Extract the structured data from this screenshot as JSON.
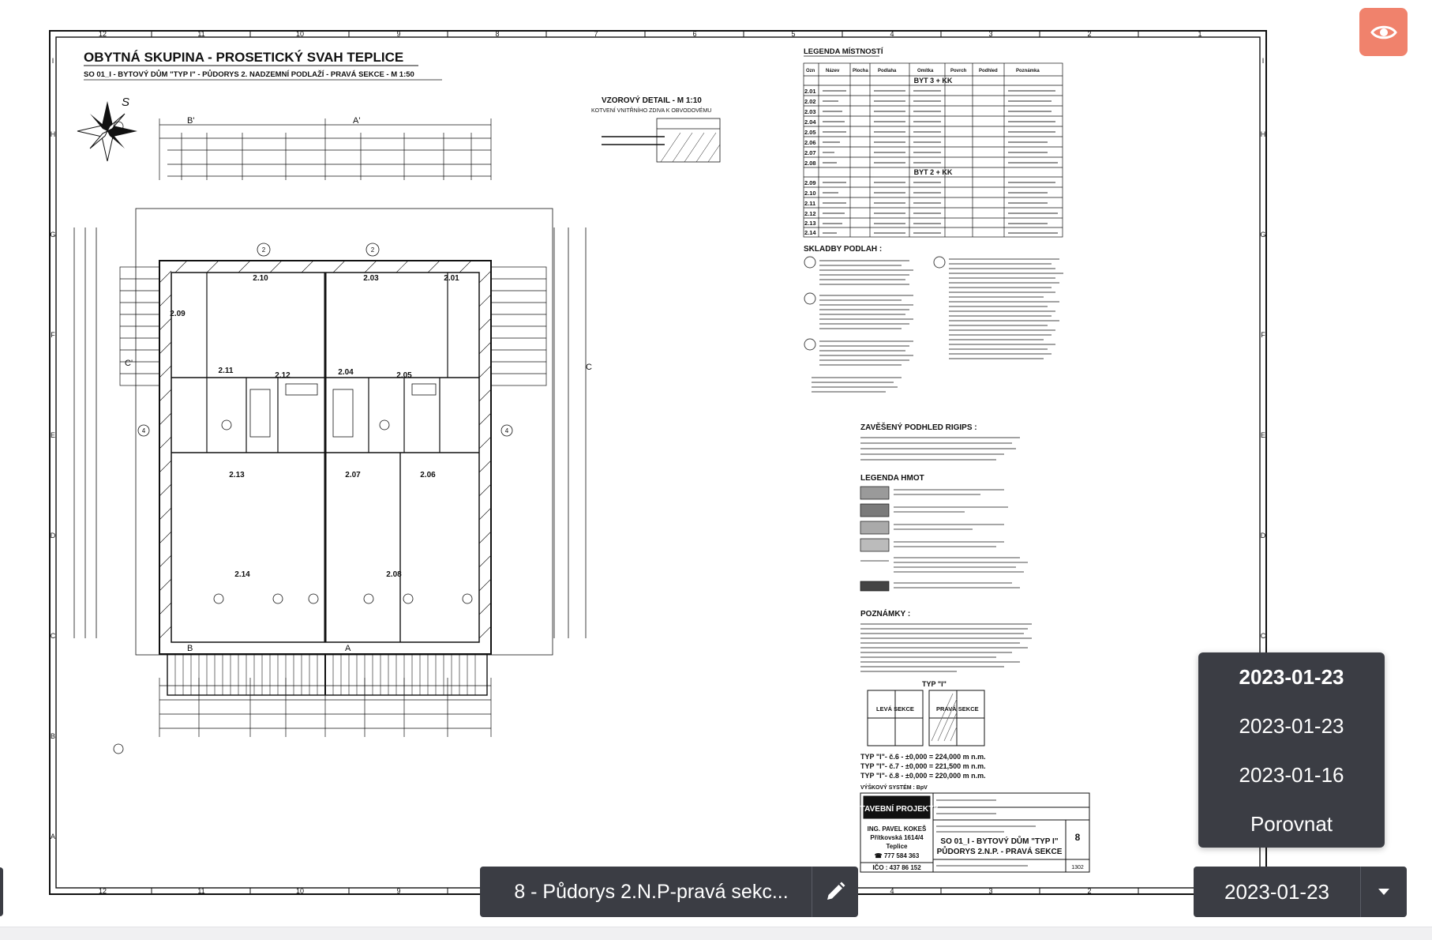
{
  "sheet": {
    "title": "OBYTNÁ SKUPINA - PROSETICKÝ SVAH TEPLICE",
    "subtitle": "SO 01_I - BYTOVÝ DŮM \"TYP I\" - PŮDORYS 2. NADZEMNÍ PODLAŽÍ - PRAVÁ SEKCE - M 1:50",
    "detail_title": "VZOROVÝ DETAIL - M 1:10",
    "detail_subtitle": "KOTVENÍ VNITŘNÍHO ZDIVA K OBVODOVÉMU",
    "legend_rooms_title": "LEGENDA MÍSTNOSTÍ",
    "legend_columns": [
      "Ozn",
      "Název",
      "Plocha",
      "Podlaha",
      "Omítka",
      "Povrch",
      "Podhled",
      "Poznámka"
    ],
    "legend_group_1": "BYT 3 + KK",
    "legend_rooms_1": [
      "2.01",
      "2.02",
      "2.03",
      "2.04",
      "2.05",
      "2.06",
      "2.07",
      "2.08"
    ],
    "legend_group_2": "BYT 2 + KK",
    "legend_rooms_2": [
      "2.09",
      "2.10",
      "2.11",
      "2.12",
      "2.13",
      "2.14"
    ],
    "floor_title": "SKLADBY PODLAH :",
    "ceiling_title": "ZAVĚŠENÝ PODHLED RIGIPS :",
    "materials_title": "LEGENDA HMOT",
    "notes_title": "POZNÁMKY :",
    "type_label": "TYP \"I\"",
    "section_left": "LEVÁ SEKCE",
    "section_right": "PRAVÁ SEKCE",
    "heights": [
      "TYP \"I\"- č.6 - ±0,000 = 224,000 m n.m.",
      "TYP \"I\"- č.7 - ±0,000 = 221,500 m n.m.",
      "TYP \"I\"- č.8 - ±0,000 = 220,000 m n.m."
    ],
    "height_system": "VÝŠKOVÝ SYSTÉM : BpV",
    "firm_logo": "STAVEBNÍ PROJEKTY",
    "firm_name": "ING. PAVEL KOKEŠ",
    "firm_address_1": "Přítkovská 1614/4",
    "firm_address_2": "Teplice",
    "firm_phone": "☎ 777 584 363",
    "firm_ic": "IČO : 437 86 152",
    "stamp_title_1": "SO 01_I - BYTOVÝ DŮM \"TYP I\"",
    "stamp_title_2": "PŮDORYS 2.N.P. - PRAVÁ SEKCE",
    "stamp_sheet_no": "8",
    "stamp_project_no": "1302",
    "plan_rooms": [
      "2.10",
      "2.03",
      "2.01",
      "2.09",
      "2.11",
      "2.12",
      "2.04",
      "2.05",
      "2.13",
      "2.07",
      "2.06",
      "2.14",
      "2.08"
    ],
    "grid_top": [
      "12",
      "11",
      "10",
      "9",
      "8",
      "7",
      "6",
      "5",
      "4",
      "3",
      "2",
      "1"
    ],
    "grid_side": [
      "I",
      "H",
      "G",
      "F",
      "E",
      "D",
      "C",
      "B",
      "A"
    ],
    "axis_labels": [
      "B'",
      "A'",
      "C'",
      "C",
      "B",
      "A"
    ],
    "north": "S"
  },
  "toolbar": {
    "eye_icon": "eye-icon",
    "document_name": "8 - Půdorys 2.N.P-pravá sekc...",
    "edit_icon": "pencil-icon",
    "version_value": "2023-01-23",
    "caret_icon": "caret-down-icon"
  },
  "version_menu": {
    "items": [
      {
        "label": "2023-01-23",
        "selected": true
      },
      {
        "label": "2023-01-23",
        "selected": false
      },
      {
        "label": "2023-01-16",
        "selected": false
      },
      {
        "label": "Porovnat",
        "selected": false
      }
    ]
  },
  "colors": {
    "eye_button": "#f0826c",
    "dark_ui": "#3b3d44"
  }
}
